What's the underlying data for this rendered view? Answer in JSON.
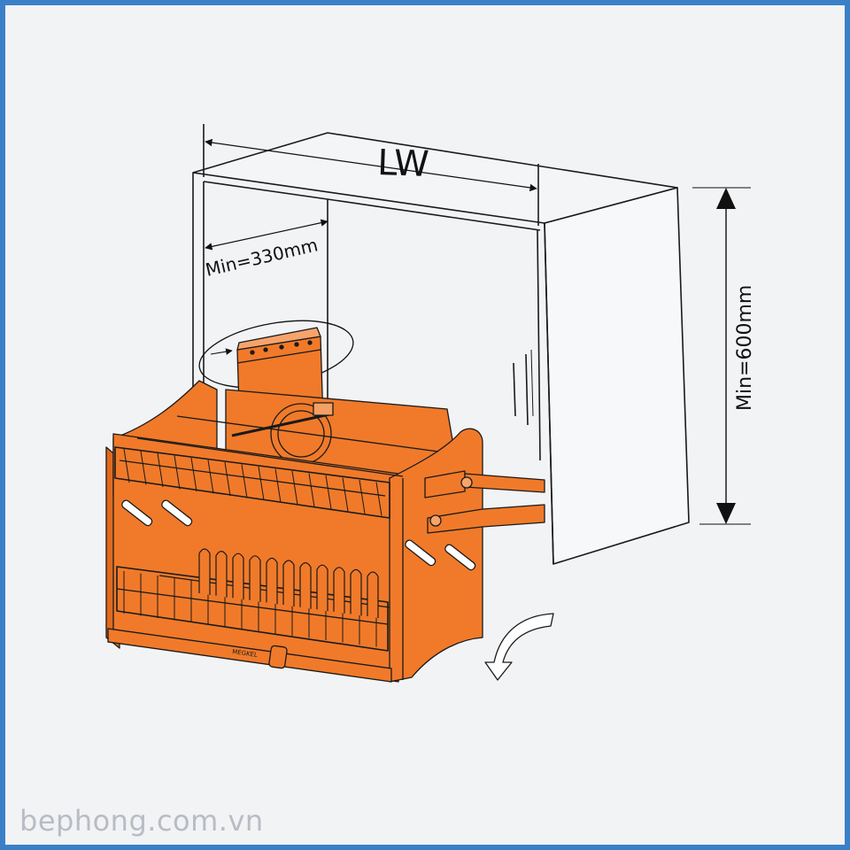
{
  "diagram": {
    "dim_width_label": "LW",
    "dim_min_depth_label": "Min=330mm",
    "dim_min_height_label": "Min=600mm",
    "product_brand_mark": "MEGKEL"
  },
  "watermark": "bephong.com.vn",
  "colors": {
    "frame_border": "#3a80c8",
    "background": "#f2f3f5",
    "basket": "#f07a2a",
    "line": "#1a1a1a"
  }
}
